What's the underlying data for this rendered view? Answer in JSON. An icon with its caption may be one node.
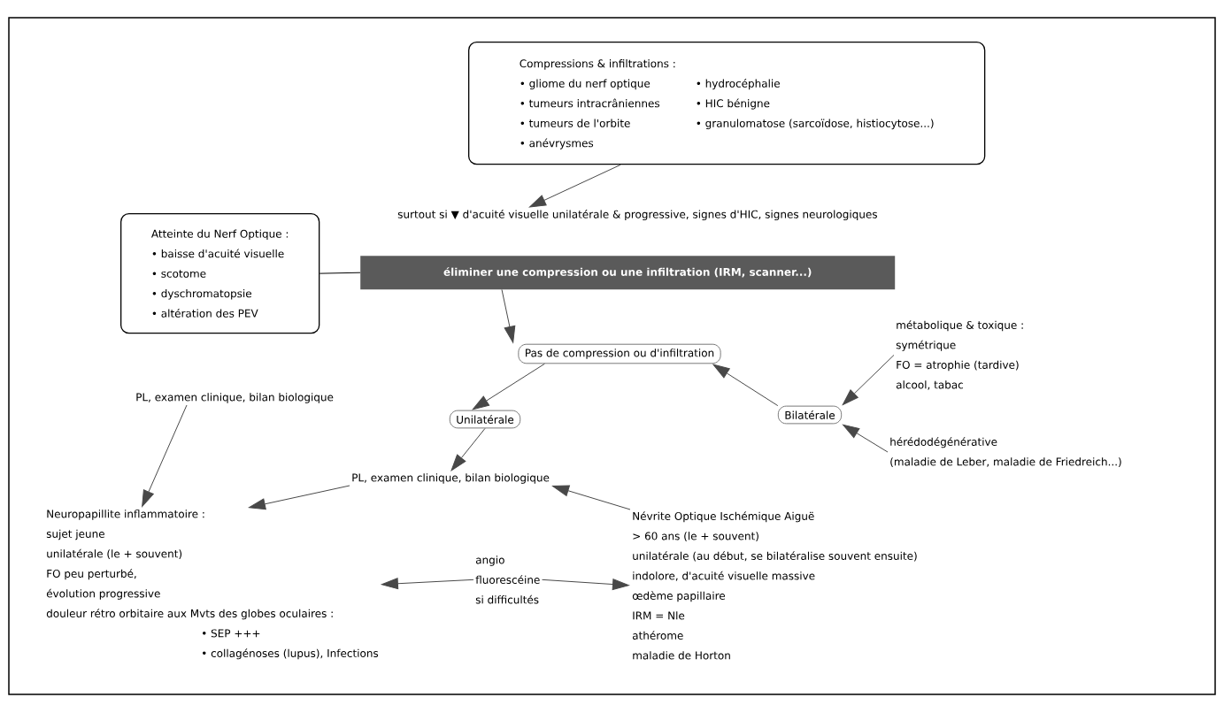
{
  "diagram": {
    "nodes": [
      {
        "text": [
          "Compressions & infiltrations :",
          "• gliome du nerf optique",
          "• tumeurs intracrâniennes",
          "• tumeurs de l'orbite",
          "• anévrysmes",
          "• hydrocéphalie",
          "• HIC bénigne",
          "• granulomatose (sarcoïdose, histiocytose...)"
        ]
      },
      {
        "text": [
          "surtout si ▼ d'acuité visuelle unilatérale & progressive, signes d'HIC, signes neurologiques"
        ]
      },
      {
        "text": [
          "Atteinte du Nerf Optique :",
          "• baisse d'acuité visuelle",
          "• scotome",
          "• dyschromatopsie",
          "• altération des PEV"
        ]
      },
      {
        "text": [
          "éliminer une compression ou une infiltration (IRM, scanner...)"
        ]
      },
      {
        "text": [
          "Pas de compression ou d'infiltration"
        ]
      },
      {
        "text": [
          "PL, examen clinique, bilan biologique"
        ]
      },
      {
        "text": [
          "Unilatérale"
        ]
      },
      {
        "text": [
          "Bilatérale"
        ]
      },
      {
        "text": [
          "métabolique & toxique :",
          "symétrique",
          "FO = atrophie (tardive)",
          "alcool, tabac"
        ]
      },
      {
        "text": [
          "hérédodégénérative",
          "(maladie de Leber, maladie de Friedreich...)"
        ]
      },
      {
        "text": [
          "PL, examen clinique, bilan biologique"
        ]
      },
      {
        "text": [
          "Neuropapillite inflammatoire :",
          "sujet jeune",
          "unilatérale (le + souvent)",
          "FO peu perturbé,",
          "évolution progressive",
          "douleur rétro orbitaire aux Mvts des globes oculaires :",
          "• SEP +++",
          "• collagénoses (lupus), Infections"
        ]
      },
      {
        "text": [
          "Névrite Optique Ischémique Aiguë",
          "> 60 ans (le + souvent)",
          "unilatérale (au début, se bilatéralise souvent ensuite)",
          "indolore, d'acuité visuelle massive",
          "œdème papillaire",
          "IRM = Nle",
          "athérome",
          "maladie de Horton"
        ]
      },
      {
        "text": [
          "angio",
          "fluorescéine",
          "si difficultés"
        ]
      }
    ],
    "edges": [
      {
        "from": 0,
        "to": 1,
        "arrow": "to"
      },
      {
        "from": 2,
        "to": 3,
        "arrow": "none"
      },
      {
        "from": 3,
        "to": 4,
        "arrow": "to"
      },
      {
        "from": 4,
        "to": 6,
        "arrow": "to"
      },
      {
        "from": 7,
        "to": 4,
        "arrow": "to"
      },
      {
        "from": 8,
        "to": 7,
        "arrow": "to"
      },
      {
        "from": 9,
        "to": 7,
        "arrow": "to"
      },
      {
        "from": 6,
        "to": 10,
        "arrow": "to"
      },
      {
        "from": 5,
        "to": 11,
        "arrow": "to"
      },
      {
        "from": 10,
        "to": 11,
        "arrow": "to"
      },
      {
        "from": 12,
        "to": 10,
        "arrow": "to"
      },
      {
        "from": 13,
        "to": 11,
        "arrow": "to"
      },
      {
        "from": 13,
        "to": 12,
        "arrow": "to"
      }
    ]
  }
}
